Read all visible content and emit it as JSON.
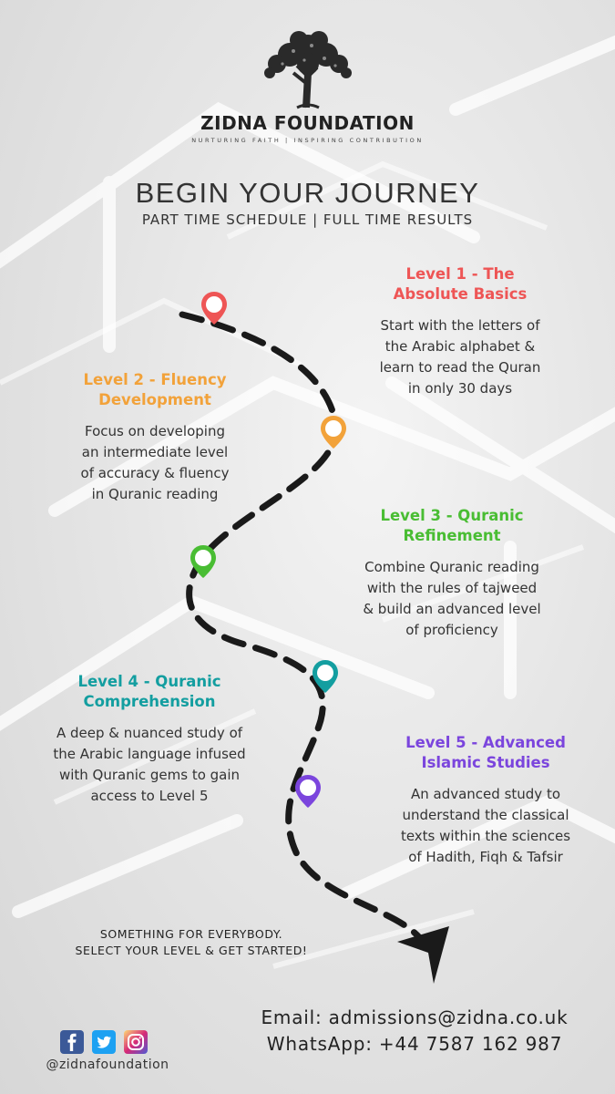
{
  "brand": {
    "name": "ZIDNA FOUNDATION",
    "tagline": "NURTURING FAITH | INSPIRING CONTRIBUTION",
    "logo_icon": "tree-logo-icon"
  },
  "headline": "BEGIN YOUR JOURNEY",
  "subheadline": "PART TIME SCHEDULE | FULL TIME RESULTS",
  "levels": [
    {
      "title_line1": "Level 1 - The",
      "title_line2": "Absolute Basics",
      "description": [
        "Start with the letters of",
        "the Arabic alphabet &",
        "learn to read the Quran",
        "in only 30 days"
      ],
      "color": "#ee5555"
    },
    {
      "title_line1": "Level 2 - Fluency",
      "title_line2": "Development",
      "description": [
        "Focus on developing",
        "an intermediate level",
        "of accuracy & fluency",
        "in Quranic reading"
      ],
      "color": "#f2a23a"
    },
    {
      "title_line1": "Level 3 - Quranic",
      "title_line2": "Refinement",
      "description": [
        "Combine Quranic reading",
        "with the rules of tajweed",
        "& build an advanced level",
        "of proficiency"
      ],
      "color": "#49bd33"
    },
    {
      "title_line1": "Level 4 - Quranic",
      "title_line2": "Comprehension",
      "description": [
        "A deep & nuanced study of",
        "the Arabic language infused",
        "with Quranic gems to gain",
        "access to Level 5"
      ],
      "color": "#139ea0"
    },
    {
      "title_line1": "Level 5 - Advanced",
      "title_line2": "Islamic Studies",
      "description": [
        "An advanced study to",
        "understand the classical",
        "texts within the sciences",
        "of Hadith, Fiqh & Tafsir"
      ],
      "color": "#7b45dd"
    }
  ],
  "cta": {
    "line1": "SOMETHING FOR EVERYBODY.",
    "line2": "SELECT YOUR LEVEL & GET STARTED!"
  },
  "contact": {
    "email": "Email: admissions@zidna.co.uk",
    "whatsapp": "WhatsApp: +44 7587 162 987"
  },
  "social": {
    "handle": "@zidnafoundation",
    "icons": [
      "facebook-icon",
      "twitter-icon",
      "instagram-icon"
    ]
  }
}
